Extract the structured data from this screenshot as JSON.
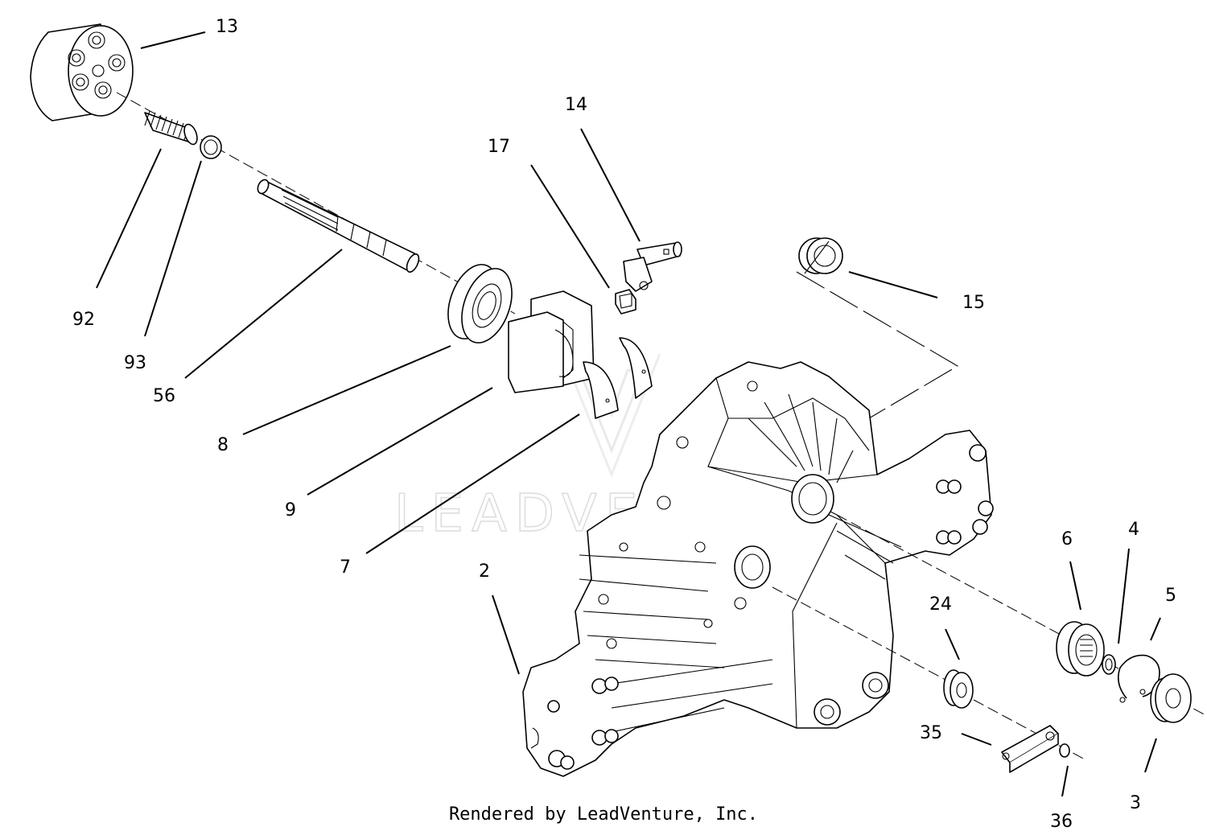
{
  "diagram": {
    "callouts": [
      "13",
      "92",
      "93",
      "56",
      "17",
      "14",
      "15",
      "8",
      "9",
      "7",
      "2",
      "24",
      "6",
      "4",
      "5",
      "35",
      "36",
      "3"
    ],
    "watermark": "LEADVENTURE",
    "footer": "Rendered by LeadVenture, Inc."
  }
}
